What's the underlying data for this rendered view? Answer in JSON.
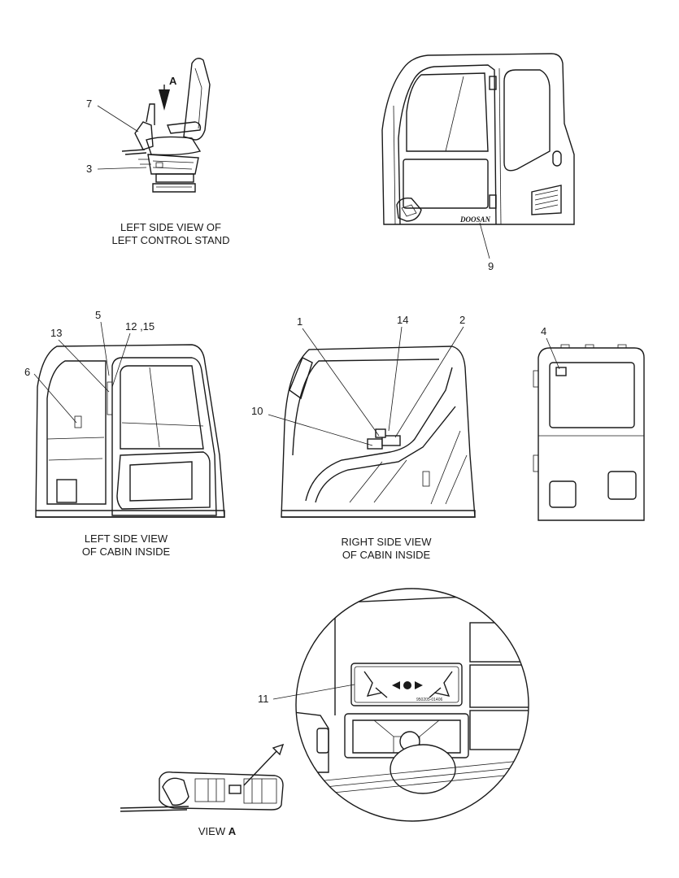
{
  "captions": {
    "left_control_stand_line1": "LEFT SIDE VIEW OF",
    "left_control_stand_line2": "LEFT CONTROL STAND",
    "left_cabin_line1": "LEFT SIDE VIEW",
    "left_cabin_line2": "OF CABIN INSIDE",
    "right_cabin_line1": "RIGHT SIDE VIEW",
    "right_cabin_line2": "OF CABIN INSIDE",
    "view_a_prefix": "VIEW ",
    "view_a_letter": "A"
  },
  "callouts": {
    "c1": "1",
    "c2": "2",
    "c3": "3",
    "c4": "4",
    "c5": "5",
    "c6": "6",
    "c7": "7",
    "c9": "9",
    "c10": "10",
    "c11": "11",
    "c12_15": "12 ,15",
    "c13": "13",
    "c14": "14",
    "arrow_a": "A"
  },
  "decal_text": "950205-01406",
  "brand_logo": "DOOSAN"
}
